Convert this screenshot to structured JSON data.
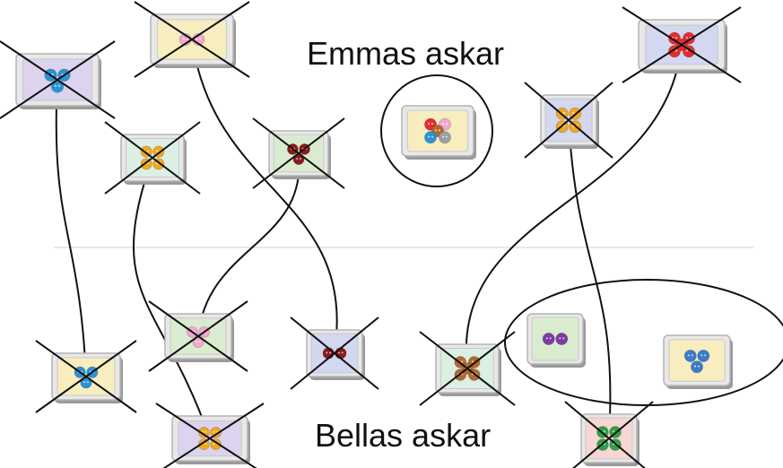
{
  "labels": {
    "emma": "Emmas askar",
    "bella": "Bellas askar"
  },
  "colors": {
    "tray": {
      "lavender": "#ddd3ee",
      "cream": "#f7edbf",
      "mint": "#dcefe3",
      "green": "#d9ecd0",
      "periwinkle": "#d3d7f0",
      "pink": "#f6d7d3"
    },
    "button": {
      "blue": "#2a93d5",
      "pink": "#f2a7cf",
      "orange": "#f0a81e",
      "maroon": "#8b1a1a",
      "red": "#e32d2d",
      "brown": "#b3692f",
      "gray": "#9aa0a6",
      "purple": "#7e3ca3",
      "green": "#2fa14c",
      "steel": "#3a7cc9"
    }
  },
  "boxes": {
    "emma_top": [
      {
        "id": "lavender-blue-3",
        "tray": "lavender",
        "buttons": "blue",
        "count": 3,
        "crossed": true
      },
      {
        "id": "cream-pink-2",
        "tray": "cream",
        "buttons": "pink",
        "count": 2,
        "crossed": true
      },
      {
        "id": "mint-orange-4",
        "tray": "mint",
        "buttons": "orange",
        "count": 4,
        "crossed": true
      },
      {
        "id": "green-maroon-3",
        "tray": "green",
        "buttons": "maroon",
        "count": 3,
        "crossed": true
      },
      {
        "id": "cream-mixed-5",
        "tray": "cream",
        "buttons": "mixed",
        "count": 5,
        "crossed": false,
        "circled": true
      },
      {
        "id": "periwinkle-orange-4",
        "tray": "periwinkle",
        "buttons": "orange",
        "count": 4,
        "crossed": true
      },
      {
        "id": "periwinkle-red-5",
        "tray": "periwinkle",
        "buttons": "red",
        "count": 5,
        "crossed": true
      }
    ],
    "bella_bottom": [
      {
        "id": "cream-blue-3",
        "tray": "cream",
        "buttons": "blue",
        "count": 3,
        "crossed": true
      },
      {
        "id": "lavender-orange-4",
        "tray": "lavender",
        "buttons": "orange",
        "count": 4,
        "crossed": true
      },
      {
        "id": "green-pink-3",
        "tray": "green",
        "buttons": "pink",
        "count": 3,
        "crossed": true
      },
      {
        "id": "periwinkle-maroon-2",
        "tray": "periwinkle",
        "buttons": "maroon",
        "count": 2,
        "crossed": true
      },
      {
        "id": "mint-brown-5",
        "tray": "mint",
        "buttons": "brown",
        "count": 5,
        "crossed": true
      },
      {
        "id": "green-purple-2",
        "tray": "green",
        "buttons": "purple",
        "count": 2,
        "crossed": false,
        "circled": true
      },
      {
        "id": "cream-steel-3",
        "tray": "cream",
        "buttons": "steel",
        "count": 3,
        "crossed": false,
        "circled": true
      },
      {
        "id": "pink-green-4",
        "tray": "pink",
        "buttons": "green",
        "count": 4,
        "crossed": true
      }
    ]
  }
}
